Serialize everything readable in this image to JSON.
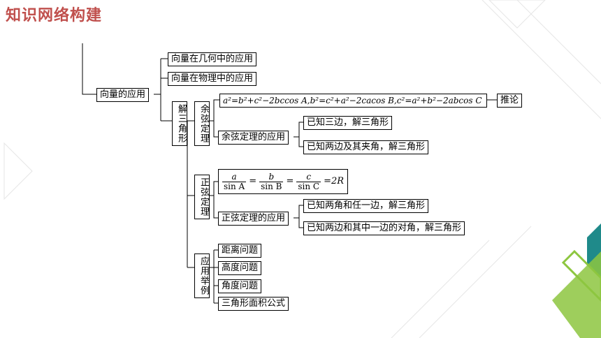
{
  "page_title": "知识网络构建",
  "colors": {
    "title": "#c0504d",
    "accent_teal": "#1f8a8a",
    "accent_green": "#8dc63f",
    "line": "#000000"
  },
  "nodes": {
    "vector_app": "向量的应用",
    "vector_geometry": "向量在几何中的应用",
    "vector_physics": "向量在物理中的应用",
    "solve_triangle": "解三角形",
    "cosine_theorem": "余弦定理",
    "cosine_formula": "a²=b²+c²−2bccos A,b²=c²+a²−2cacos B,c²=a²+b²−2abcos C",
    "corollary": "推论",
    "cosine_app": "余弦定理的应用",
    "cos_case1": "已知三边，解三角形",
    "cos_case2": "已知两边及其夹角，解三角形",
    "sine_theorem": "正弦定理",
    "sine_formula": {
      "t1_num": "a",
      "t1_den": "sin A",
      "t2_num": "b",
      "t2_den": "sin B",
      "t3_num": "c",
      "t3_den": "sin C",
      "eq": "=",
      "rhs": "=2R"
    },
    "sine_app": "正弦定理的应用",
    "sin_case1": "已知两角和任一边，解三角形",
    "sin_case2": "已知两边和其中一边的对角，解三角形",
    "app_examples": "应用举例",
    "ex_distance": "距离问题",
    "ex_height": "高度问题",
    "ex_angle": "角度问题",
    "ex_area": "三角形面积公式"
  }
}
